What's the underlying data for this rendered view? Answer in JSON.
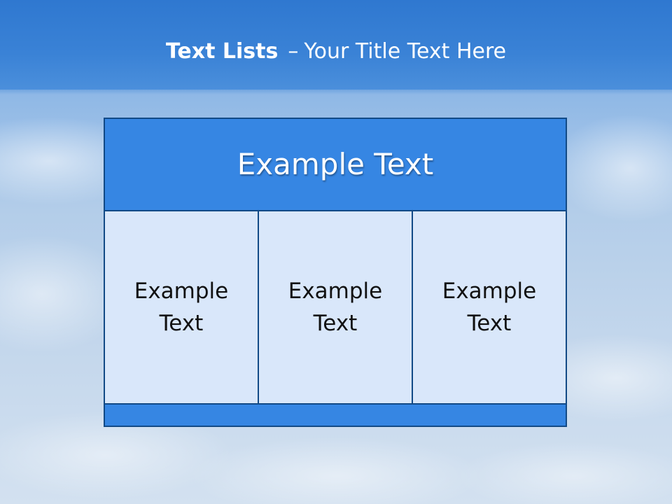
{
  "title": {
    "bold": "Text Lists",
    "separator": "–",
    "rest": "Your Title Text Here"
  },
  "header": {
    "text": "Example Text"
  },
  "columns": [
    {
      "text": "Example Text"
    },
    {
      "text": "Example Text"
    },
    {
      "text": "Example Text"
    }
  ],
  "colors": {
    "header_fill": "#3686e3",
    "cell_fill": "#d9e7fa",
    "border": "#124a86"
  }
}
